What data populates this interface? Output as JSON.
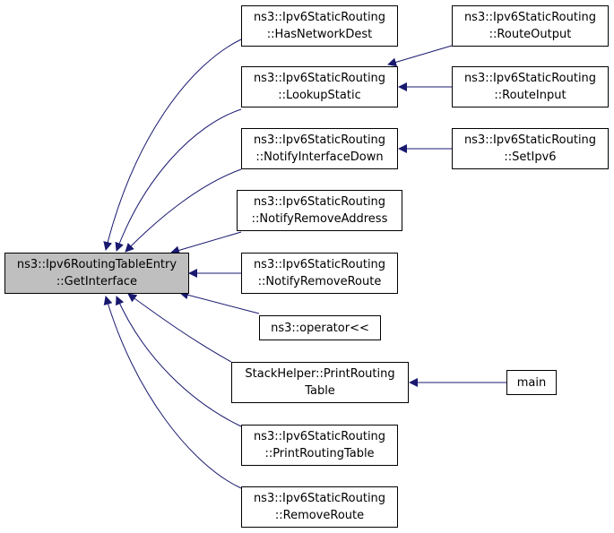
{
  "root": {
    "line1": "ns3::Ipv6RoutingTableEntry",
    "line2": "::GetInterface"
  },
  "callers": [
    {
      "id": "has-network-dest",
      "line1": "ns3::Ipv6StaticRouting",
      "line2": "::HasNetworkDest"
    },
    {
      "id": "lookup-static",
      "line1": "ns3::Ipv6StaticRouting",
      "line2": "::LookupStatic"
    },
    {
      "id": "notify-interface-down",
      "line1": "ns3::Ipv6StaticRouting",
      "line2": "::NotifyInterfaceDown"
    },
    {
      "id": "notify-remove-address",
      "line1": "ns3::Ipv6StaticRouting",
      "line2": "::NotifyRemoveAddress"
    },
    {
      "id": "notify-remove-route",
      "line1": "ns3::Ipv6StaticRouting",
      "line2": "::NotifyRemoveRoute"
    },
    {
      "id": "operator-shift",
      "line1": "ns3::operator<<",
      "line2": ""
    },
    {
      "id": "stack-helper-print",
      "line1": "StackHelper::PrintRouting",
      "line2": "Table"
    },
    {
      "id": "print-routing-table",
      "line1": "ns3::Ipv6StaticRouting",
      "line2": "::PrintRoutingTable"
    },
    {
      "id": "remove-route",
      "line1": "ns3::Ipv6StaticRouting",
      "line2": "::RemoveRoute"
    }
  ],
  "second_level": [
    {
      "id": "route-output",
      "line1": "ns3::Ipv6StaticRouting",
      "line2": "::RouteOutput"
    },
    {
      "id": "route-input",
      "line1": "ns3::Ipv6StaticRouting",
      "line2": "::RouteInput"
    },
    {
      "id": "set-ipv6",
      "line1": "ns3::Ipv6StaticRouting",
      "line2": "::SetIpv6"
    },
    {
      "id": "main",
      "line1": "main",
      "line2": ""
    }
  ],
  "edge_color": "#191970"
}
